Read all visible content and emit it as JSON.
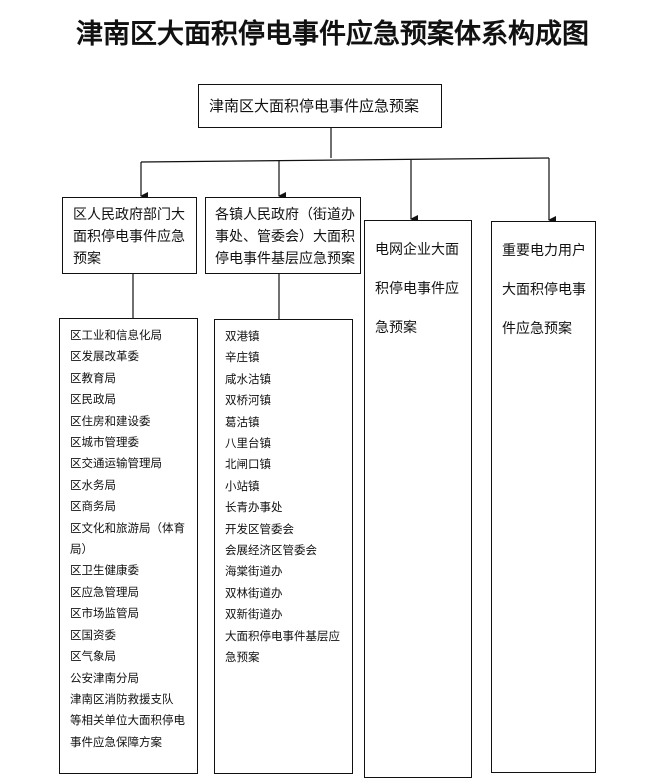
{
  "title": "津南区大面积停电事件应急预案体系构成图",
  "root": "津南区大面积停电事件应急预案",
  "branches": [
    "区人民政府部门大面积停电事件应急预案",
    "各镇人民政府（街道办事处、管委会）大面积停电事件基层应急预案",
    "电网企业大面积停电事件应急预案",
    "重要电力用户大面积停电事件应急预案"
  ],
  "departments": [
    "区工业和信息化局",
    "区发展改革委",
    "区教育局",
    "区民政局",
    "区住房和建设委",
    "区城市管理委",
    "区交通运输管理局",
    "区水务局",
    "区商务局",
    "区文化和旅游局（体育局）",
    "区卫生健康委",
    "区应急管理局",
    "区市场监管局",
    "区国资委",
    "区气象局",
    "公安津南分局",
    "津南区消防救援支队",
    "等相关单位大面积停电事件应急保障方案"
  ],
  "towns": [
    "双港镇",
    "辛庄镇",
    "咸水沽镇",
    "双桥河镇",
    "葛沽镇",
    "八里台镇",
    "北闸口镇",
    "小站镇",
    "长青办事处",
    "开发区管委会",
    "会展经济区管委会",
    "海棠街道办",
    "双林街道办",
    "双新街道办",
    "大面积停电事件基层应急预案"
  ]
}
